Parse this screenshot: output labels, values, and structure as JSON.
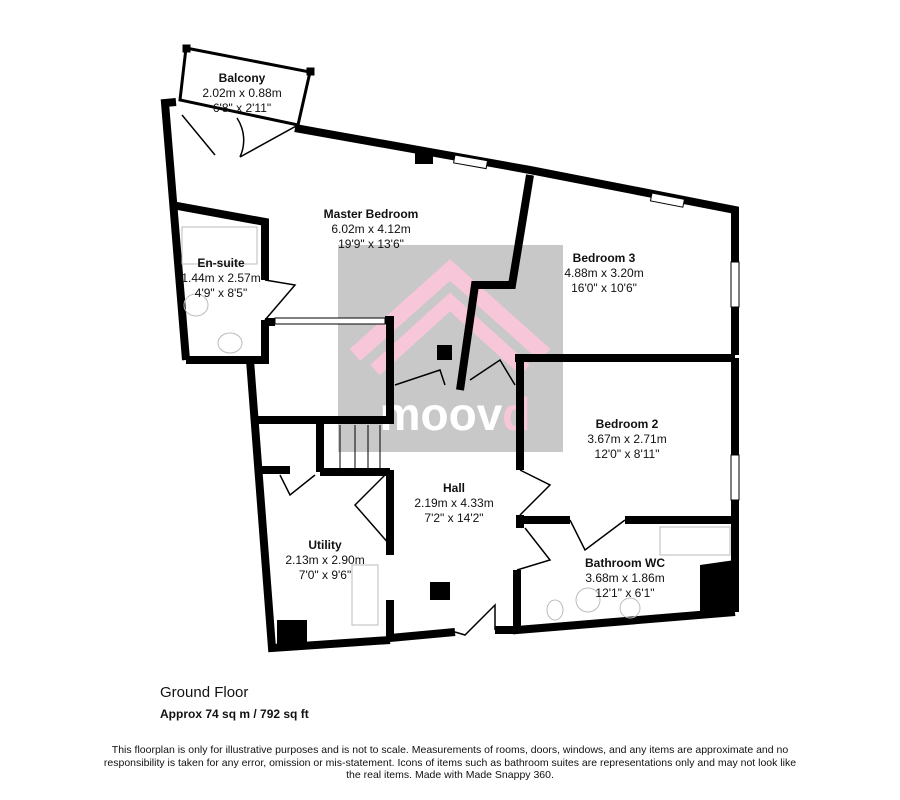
{
  "rooms": [
    {
      "name": "Balcony",
      "metric": "2.02m x 0.88m",
      "imperial": "6'8\" x 2'11\""
    },
    {
      "name": "Master Bedroom",
      "metric": "6.02m x 4.12m",
      "imperial": "19'9\" x 13'6\""
    },
    {
      "name": "En-suite",
      "metric": "1.44m x 2.57m",
      "imperial": "4'9\" x 8'5\""
    },
    {
      "name": "Bedroom 3",
      "metric": "4.88m x 3.20m",
      "imperial": "16'0\" x 10'6\""
    },
    {
      "name": "Bedroom 2",
      "metric": "3.67m x 2.71m",
      "imperial": "12'0\" x 8'11\""
    },
    {
      "name": "Hall",
      "metric": "2.19m x 4.33m",
      "imperial": "7'2\" x 14'2\""
    },
    {
      "name": "Utility",
      "metric": "2.13m x 2.90m",
      "imperial": "7'0\" x 9'6\""
    },
    {
      "name": "Bathroom WC",
      "metric": "3.68m x 1.86m",
      "imperial": "12'1\" x 6'1\""
    }
  ],
  "floor": {
    "title": "Ground Floor",
    "area": "Approx 74 sq m / 792 sq ft"
  },
  "disclaimer": "This floorplan is only for illustrative purposes and is not to scale. Measurements of rooms, doors, windows, and any items are approximate and no responsibility is taken for any error, omission or mis-statement. Icons of items such as bathroom suites are representations only and may not look like the real items. Made with Made Snappy 360.",
  "watermark": {
    "text": "moovd",
    "colors": {
      "box": "#c8c8c8",
      "chevron": "#f7c6d9"
    }
  }
}
